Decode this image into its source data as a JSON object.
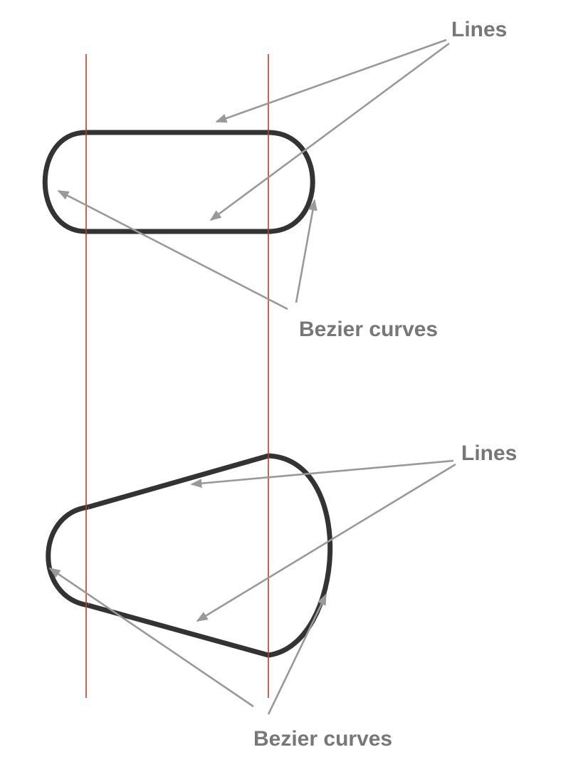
{
  "diagram": {
    "top": {
      "lines_label": "Lines",
      "curves_label": "Bezier curves"
    },
    "bottom": {
      "lines_label": "Lines",
      "curves_label": "Bezier curves"
    }
  },
  "colors": {
    "shape_stroke": "#333333",
    "guide_line": "#c0392b",
    "arrow": "#999999",
    "label_text": "#777777"
  }
}
